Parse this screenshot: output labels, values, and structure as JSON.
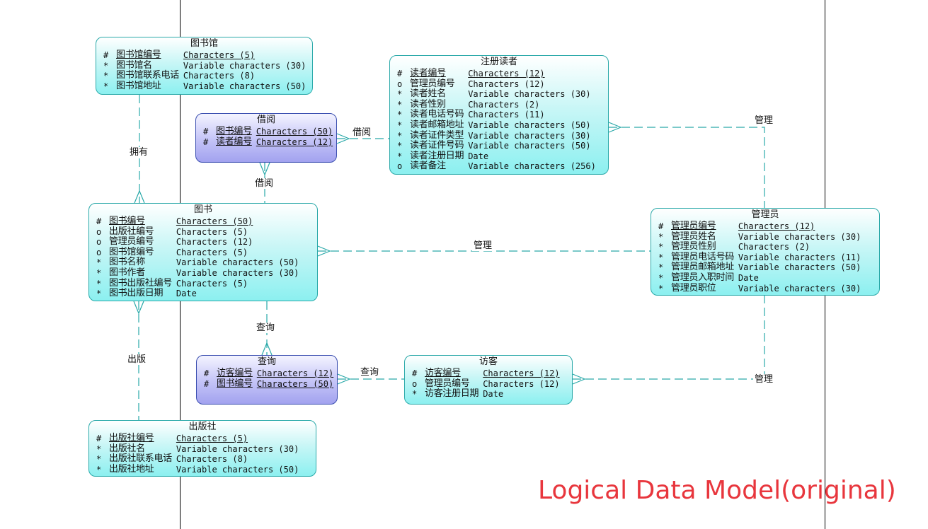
{
  "entities": {
    "library": {
      "title": "图书馆",
      "rows": [
        {
          "m": "#",
          "n": "图书馆编号",
          "t": "Characters (5)",
          "pk": true
        },
        {
          "m": "*",
          "n": "图书馆名",
          "t": "Variable characters (30)"
        },
        {
          "m": "*",
          "n": "图书馆联系电话",
          "t": "Characters (8)"
        },
        {
          "m": "*",
          "n": "图书馆地址",
          "t": "Variable characters (50)"
        }
      ]
    },
    "borrow": {
      "title": "借阅",
      "rows": [
        {
          "m": "#",
          "n": "图书编号",
          "t": "Characters (50)",
          "pk": true
        },
        {
          "m": "#",
          "n": "读者编号",
          "t": "Characters (12)",
          "pk": true
        }
      ]
    },
    "reader": {
      "title": "注册读者",
      "rows": [
        {
          "m": "#",
          "n": "读者编号",
          "t": "Characters (12)",
          "pk": true
        },
        {
          "m": "o",
          "n": "管理员编号",
          "t": "Characters (12)"
        },
        {
          "m": "*",
          "n": "读者姓名",
          "t": "Variable characters (30)"
        },
        {
          "m": "*",
          "n": "读者性别",
          "t": "Characters (2)"
        },
        {
          "m": "*",
          "n": "读者电话号码",
          "t": "Characters (11)"
        },
        {
          "m": "*",
          "n": "读者邮箱地址",
          "t": "Variable characters (50)"
        },
        {
          "m": "*",
          "n": "读者证件类型",
          "t": "Variable characters (30)"
        },
        {
          "m": "*",
          "n": "读者证件号码",
          "t": "Variable characters (50)"
        },
        {
          "m": "*",
          "n": "读者注册日期",
          "t": "Date"
        },
        {
          "m": "o",
          "n": "读者备注",
          "t": "Variable characters (256)"
        }
      ]
    },
    "book": {
      "title": "图书",
      "rows": [
        {
          "m": "#",
          "n": "图书编号",
          "t": "Characters (50)",
          "pk": true
        },
        {
          "m": "o",
          "n": "出版社编号",
          "t": "Characters (5)"
        },
        {
          "m": "o",
          "n": "管理员编号",
          "t": "Characters (12)"
        },
        {
          "m": "o",
          "n": "图书馆编号",
          "t": "Characters (5)"
        },
        {
          "m": "*",
          "n": "图书名称",
          "t": "Variable characters (50)"
        },
        {
          "m": "*",
          "n": "图书作者",
          "t": "Variable characters (30)"
        },
        {
          "m": "*",
          "n": "图书出版社编号",
          "t": "Characters (5)"
        },
        {
          "m": "*",
          "n": "图书出版日期",
          "t": "Date"
        }
      ]
    },
    "admin": {
      "title": "管理员",
      "rows": [
        {
          "m": "#",
          "n": "管理员编号",
          "t": "Characters (12)",
          "pk": true
        },
        {
          "m": "*",
          "n": "管理员姓名",
          "t": "Variable characters (30)"
        },
        {
          "m": "*",
          "n": "管理员性别",
          "t": "Characters (2)"
        },
        {
          "m": "*",
          "n": "管理员电话号码",
          "t": "Variable characters (11)"
        },
        {
          "m": "*",
          "n": "管理员邮箱地址",
          "t": "Variable characters (50)"
        },
        {
          "m": "*",
          "n": "管理员入职时间",
          "t": "Date"
        },
        {
          "m": "*",
          "n": "管理员职位",
          "t": "Variable characters (30)"
        }
      ]
    },
    "query": {
      "title": "查询",
      "rows": [
        {
          "m": "#",
          "n": "访客编号",
          "t": "Characters (12)",
          "pk": true
        },
        {
          "m": "#",
          "n": "图书编号",
          "t": "Characters (50)",
          "pk": true
        }
      ]
    },
    "visitor": {
      "title": "访客",
      "rows": [
        {
          "m": "#",
          "n": "访客编号",
          "t": "Characters (12)",
          "pk": true
        },
        {
          "m": "o",
          "n": "管理员编号",
          "t": "Characters (12)"
        },
        {
          "m": "*",
          "n": "访客注册日期",
          "t": "Date"
        }
      ]
    },
    "publisher": {
      "title": "出版社",
      "rows": [
        {
          "m": "#",
          "n": "出版社编号",
          "t": "Characters (5)",
          "pk": true
        },
        {
          "m": "*",
          "n": "出版社名",
          "t": "Variable characters (30)"
        },
        {
          "m": "*",
          "n": "出版社联系电话",
          "t": "Characters (8)"
        },
        {
          "m": "*",
          "n": "出版社地址",
          "t": "Variable characters (50)"
        }
      ]
    }
  },
  "relationships": {
    "own": "拥有",
    "borrow_reader": "借阅",
    "borrow_book": "借阅",
    "manage_reader": "管理",
    "manage_book": "管理",
    "query_book": "查询",
    "query_visitor": "查询",
    "publish": "出版",
    "manage_visitor": "管理"
  },
  "caption": "Logical Data Model(original)",
  "colors": {
    "entity_border": "#2aa9a9",
    "entity_fill": "#8cf0f0",
    "assoc_border": "#3b4fb0",
    "assoc_fill": "#a2a2ef",
    "line": "#2aa9a9",
    "caption": "#e8363d"
  }
}
